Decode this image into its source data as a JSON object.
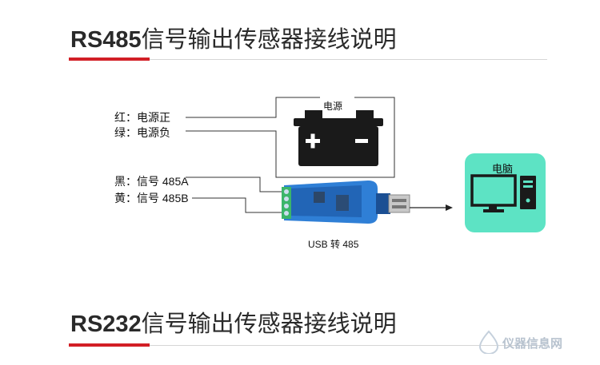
{
  "sections": [
    {
      "title_bold": "RS485",
      "title_rest": "信号输出传感器接线说明"
    },
    {
      "title_bold": "RS232",
      "title_rest": "信号输出传感器接线说明"
    }
  ],
  "diagram": {
    "wires": [
      {
        "label": "红：电源正"
      },
      {
        "label": "绿：电源负"
      },
      {
        "label": "黑：信号 485A"
      },
      {
        "label": "黄：信号 485B"
      }
    ],
    "battery_label": "电源",
    "battery_plus": "+",
    "battery_minus": "−",
    "converter_label": "USB 转 485",
    "computer_label": "电脑"
  },
  "watermark": "仪器信息网",
  "colors": {
    "accent_red": "#d21f26",
    "computer_bg": "#5de3c4",
    "converter_blue": "#2f7fd6"
  }
}
